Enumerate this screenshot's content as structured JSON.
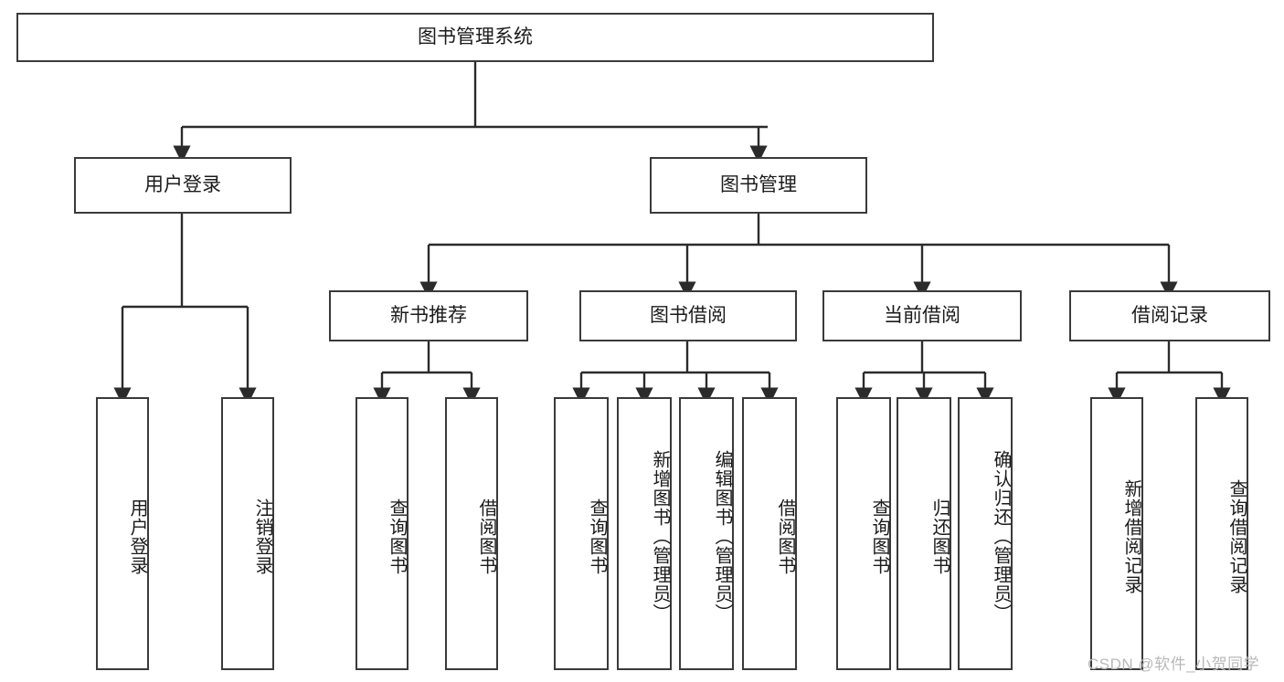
{
  "diagram": {
    "title": "图书管理系统",
    "type": "tree-hierarchy",
    "levels": 4,
    "root": {
      "label": "图书管理系统"
    },
    "level1": [
      {
        "label": "用户登录"
      },
      {
        "label": "图书管理"
      }
    ],
    "level2": [
      {
        "label": "新书推荐"
      },
      {
        "label": "图书借阅"
      },
      {
        "label": "当前借阅"
      },
      {
        "label": "借阅记录"
      }
    ],
    "leaves": {
      "user_login": [
        {
          "label": "用户登录"
        },
        {
          "label": "注销登录"
        }
      ],
      "new_book_recommend": [
        {
          "label": "查询图书"
        },
        {
          "label": "借阅图书"
        }
      ],
      "book_borrow": [
        {
          "label": "查询图书"
        },
        {
          "label": "新增图书（管理员）"
        },
        {
          "label": "编辑图书（管理员）"
        },
        {
          "label": "借阅图书"
        }
      ],
      "current_borrow": [
        {
          "label": "查询图书"
        },
        {
          "label": "归还图书"
        },
        {
          "label": "确认归还（管理员）"
        }
      ],
      "borrow_record": [
        {
          "label": "新增借阅记录"
        },
        {
          "label": "查询借阅记录"
        }
      ]
    }
  },
  "watermark": {
    "text": "CSDN @软件_小贺同学"
  },
  "colors": {
    "border": "#3a3a3a",
    "text": "#1b1b1b",
    "background": "#ffffff",
    "watermark": "#b9b9b9"
  }
}
